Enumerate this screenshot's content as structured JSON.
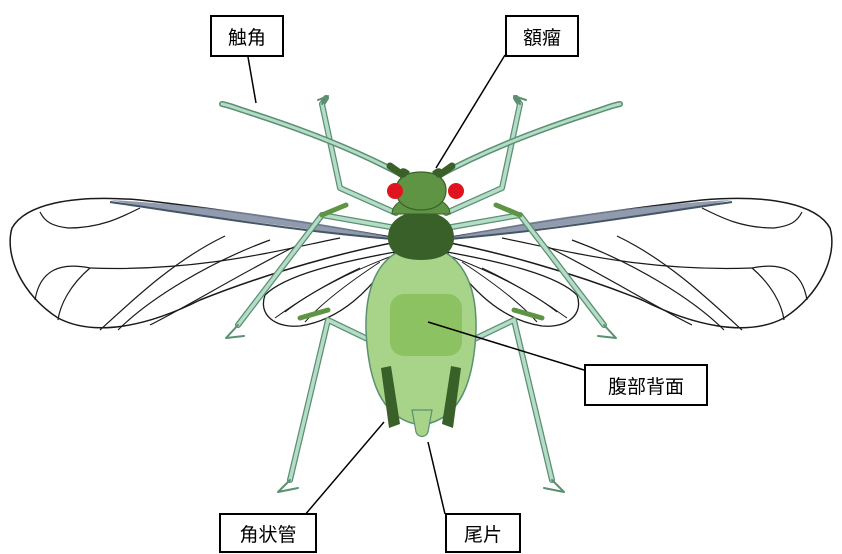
{
  "labels": {
    "antenna": "触角",
    "frontal_tubercle": "額瘤",
    "abdomen_dorsum": "腹部背面",
    "siphunculus": "角状管",
    "cauda": "尾片"
  },
  "colors": {
    "body_light": "#a8d48a",
    "dorsal_patch": "#8cc262",
    "head": "#5e9444",
    "thorax": "#3a6029",
    "eye": "#e0141e",
    "leg": "#b4dcc8",
    "leg_outline": "#5a9070",
    "wing_vein": "#1a1a1a",
    "wing_costa": "#7c8aa0"
  }
}
